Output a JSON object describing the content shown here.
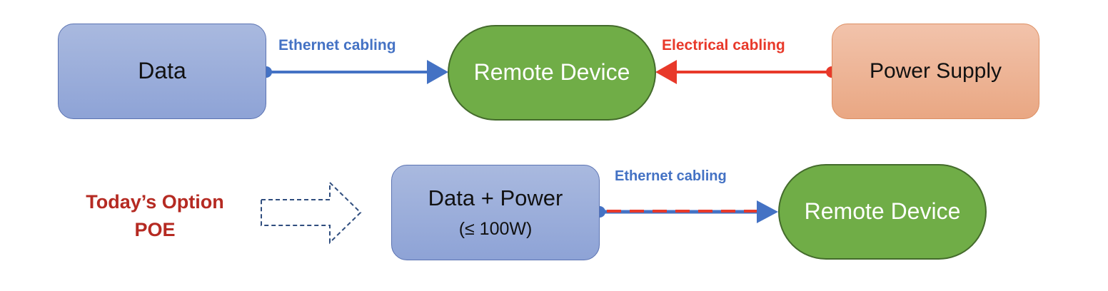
{
  "top": {
    "data_box": "Data",
    "remote_device": "Remote Device",
    "power_supply": "Power Supply",
    "ethernet_label": "Ethernet cabling",
    "electrical_label": "Electrical cabling"
  },
  "bottom": {
    "option_line1": "Today’s Option",
    "option_line2": "POE",
    "data_power_line1": "Data + Power",
    "data_power_line2": "(≤ 100W)",
    "ethernet_label": "Ethernet cabling",
    "remote_device": "Remote Device"
  },
  "colors": {
    "ethernet": "#4472c4",
    "electrical": "#e8392a",
    "poe_text": "#b52a22",
    "device_green": "#70ad47"
  }
}
